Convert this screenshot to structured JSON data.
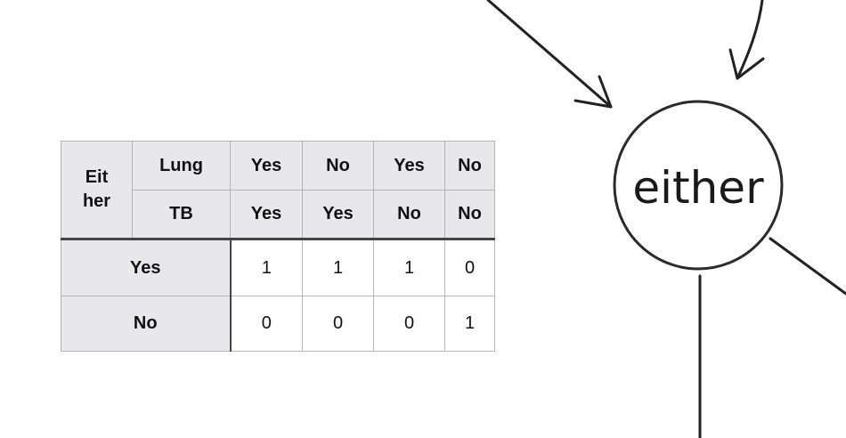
{
  "cpt": {
    "variable_line1": "Eit",
    "variable_line2": "her",
    "parents": [
      {
        "name": "Lung",
        "values": [
          "Yes",
          "No",
          "Yes",
          "No"
        ]
      },
      {
        "name": "TB",
        "values": [
          "Yes",
          "Yes",
          "No",
          "No"
        ]
      }
    ],
    "rows": [
      {
        "label": "Yes",
        "cells": [
          "1",
          "1",
          "1",
          "0"
        ]
      },
      {
        "label": "No",
        "cells": [
          "0",
          "0",
          "0",
          "1"
        ]
      }
    ]
  },
  "node": {
    "label": "either"
  }
}
